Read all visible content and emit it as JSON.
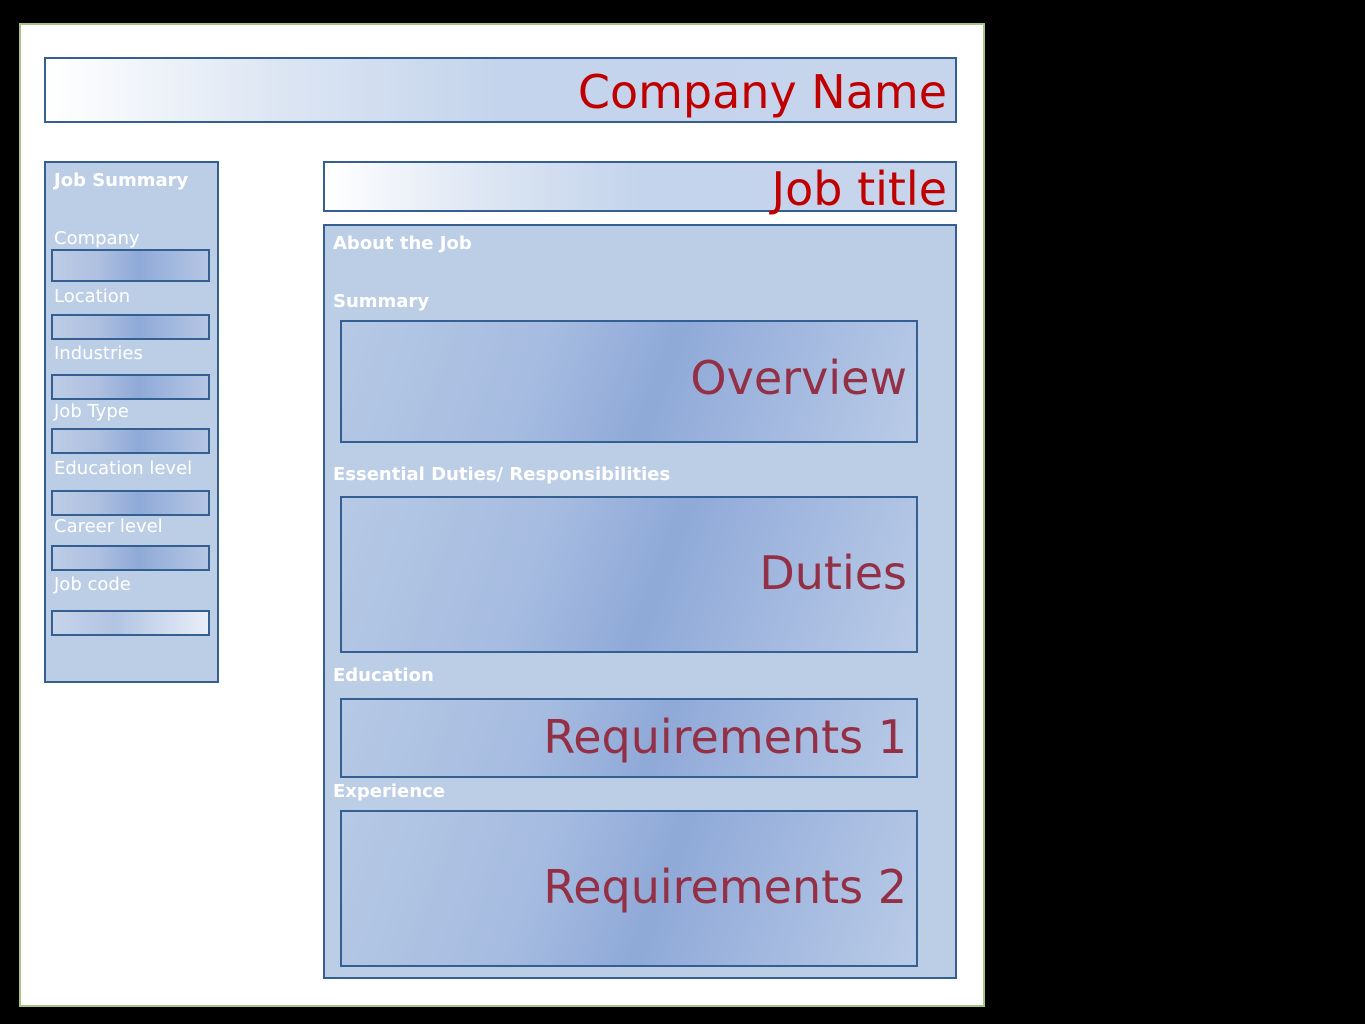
{
  "header": {
    "company_name": "Company Name",
    "job_title": "Job title"
  },
  "sidebar": {
    "heading": "Job Summary",
    "fields": [
      {
        "label": "Company"
      },
      {
        "label": "Location"
      },
      {
        "label": "Industries"
      },
      {
        "label": "Job Type"
      },
      {
        "label": "Education level"
      },
      {
        "label": "Career level"
      },
      {
        "label": "Job code"
      }
    ]
  },
  "main": {
    "heading": "About the Job",
    "sections": [
      {
        "label": "Summary",
        "box_text": "Overview"
      },
      {
        "label": "Essential Duties/ Responsibilities",
        "box_text": "Duties"
      },
      {
        "label": "Education",
        "box_text": "Requirements 1"
      },
      {
        "label": "Experience",
        "box_text": "Requirements 2"
      }
    ]
  },
  "colors": {
    "background": "#000000",
    "page": "#ffffff",
    "border": "#365f91",
    "panel": "#bccde6",
    "title_text": "#c00000",
    "box_text": "#943045"
  }
}
